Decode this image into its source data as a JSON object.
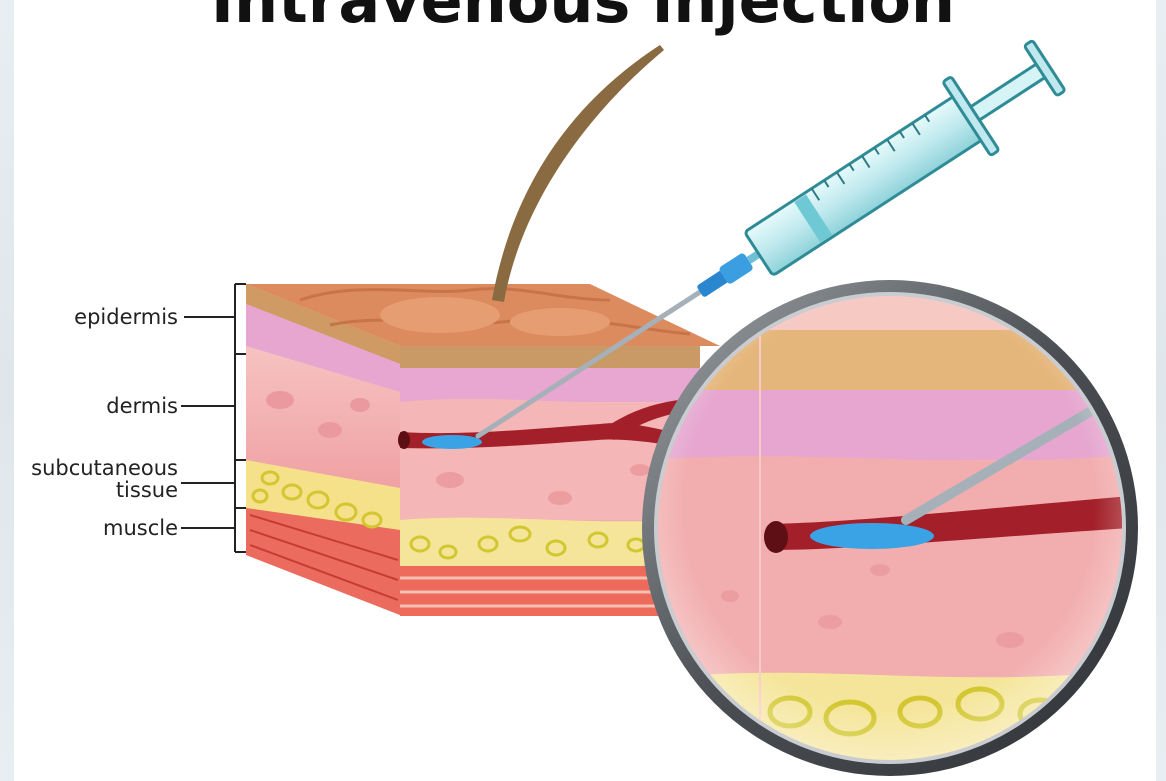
{
  "title": "Intravenous injection",
  "labels": {
    "epidermis": "epidermis",
    "dermis": "dermis",
    "subcutaneous": "subcutaneous",
    "tissue": "tissue",
    "muscle": "muscle"
  },
  "colors": {
    "skin_top": "#d9885c",
    "skin_surface": "#e29b6f",
    "epidermis_band": "#c99a66",
    "dermis_pink": "#f0a6a8",
    "dermis_light": "#f6c0bd",
    "layer_purple": "#e7a7cf",
    "fat_yellow": "#f3e27c",
    "fat_cell_ring": "#c9c73a",
    "muscle_red": "#e5544c",
    "vein_dark": "#8f1c24",
    "vein": "#b3232b",
    "medicine_blue": "#3aa3e5",
    "hair": "#8a6a40",
    "needle": "#a9b3bb",
    "syringe_body": "#bde9ee",
    "syringe_outline": "#3a8d96",
    "needle_hub": "#2a86cf",
    "magnifier_rim": "#55595d"
  },
  "icons": {
    "syringe": "syringe-icon",
    "magnifier": "magnifier-icon"
  }
}
